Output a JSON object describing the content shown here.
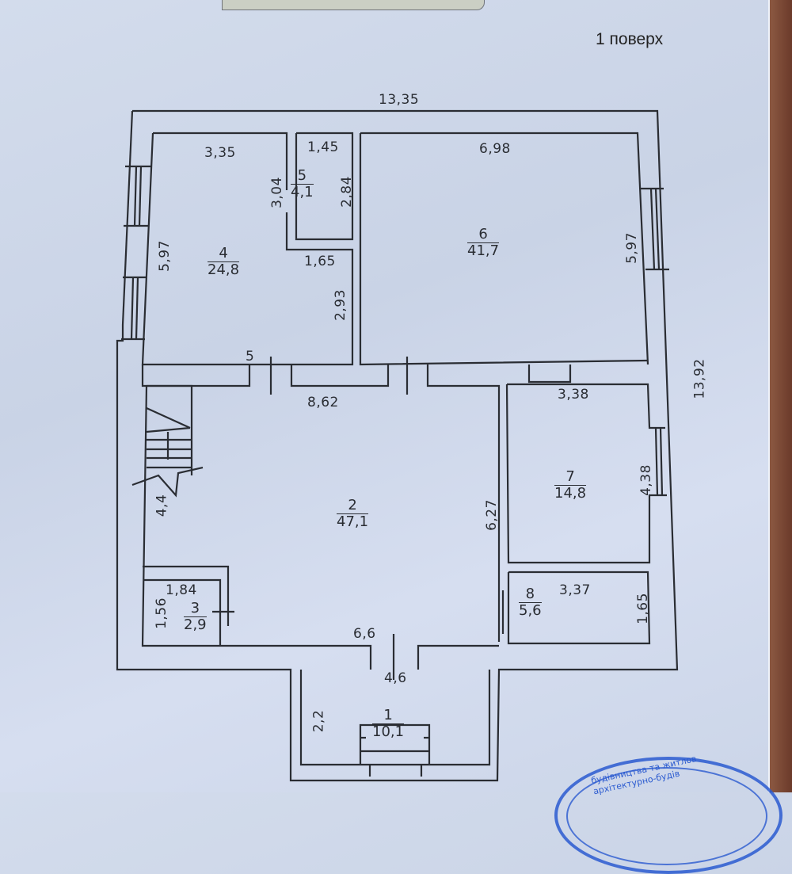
{
  "document": {
    "title": "1 поверх",
    "colors": {
      "paper": "#d0d9eb",
      "ink": "#2a2d33",
      "stamp": "#2a5ad0"
    }
  },
  "overall_dimensions": {
    "width": "13,35",
    "depth": "13,92"
  },
  "rooms": [
    {
      "id": "1",
      "area": "10,1",
      "dims": [
        "4,6",
        "2,2"
      ]
    },
    {
      "id": "2",
      "area": "47,1",
      "dims": [
        "8,62",
        "6,27",
        "4,4",
        "6,6"
      ]
    },
    {
      "id": "3",
      "area": "2,9",
      "dims": [
        "1,84",
        "1,56"
      ]
    },
    {
      "id": "4",
      "area": "24,8",
      "dims": [
        "3,35",
        "5,97",
        "3,04",
        "1,65",
        "2,93",
        "5"
      ]
    },
    {
      "id": "5",
      "area": "4,1",
      "dims": [
        "1,45",
        "2,84"
      ]
    },
    {
      "id": "6",
      "area": "41,7",
      "dims": [
        "6,98",
        "5,97"
      ]
    },
    {
      "id": "7",
      "area": "14,8",
      "dims": [
        "3,38",
        "4,38"
      ]
    },
    {
      "id": "8",
      "area": "5,6",
      "dims": [
        "3,37",
        "1,65"
      ]
    }
  ],
  "stamp": {
    "line1": "будівництва та житлов",
    "line2": "архітектурно-будів"
  }
}
